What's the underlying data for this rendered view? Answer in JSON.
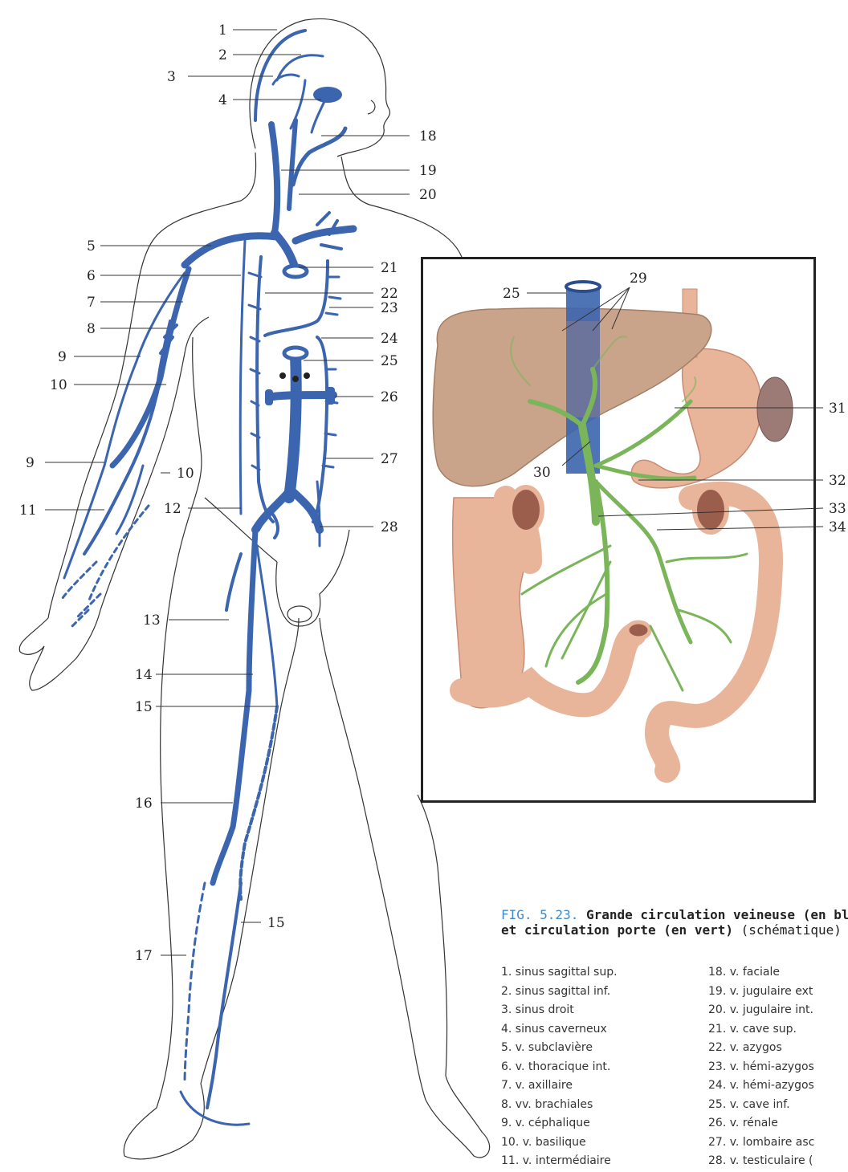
{
  "figure": {
    "number": "FIG. 5.23.",
    "title_line1": "Grande circulation veineuse (en bl",
    "title_line2_bold": "et circulation porte (en vert)",
    "title_line2_rest": "(schématique)"
  },
  "labels": [
    "1",
    "2",
    "3",
    "4",
    "5",
    "6",
    "7",
    "8",
    "9",
    "10",
    "9",
    "10",
    "11",
    "12",
    "13",
    "14",
    "15",
    "16",
    "15",
    "17",
    "18",
    "19",
    "20",
    "21",
    "22",
    "23",
    "24",
    "25",
    "26",
    "27",
    "28",
    "25",
    "29",
    "30",
    "31",
    "32",
    "33",
    "34"
  ],
  "legend_col1": [
    "1. sinus sagittal sup.",
    "2. sinus sagittal inf.",
    "3. sinus droit",
    "4. sinus caverneux",
    "5. v. subclavière",
    "6. v. thoracique int.",
    "7. v. axillaire",
    "8. vv. brachiales",
    "9. v. céphalique",
    "10. v. basilique",
    "11. v. intermédiaire"
  ],
  "legend_col2": [
    "18. v. faciale",
    "19. v. jugulaire ext",
    "20. v. jugulaire int.",
    "21. v. cave sup.",
    "22. v. azygos",
    "23. v. hémi-azygos",
    "24. v. hémi-azygos",
    "25. v. cave inf.",
    "26. v. rénale",
    "27. v. lombaire asc",
    "28. v. testiculaire ("
  ],
  "colors": {
    "vein": "#3b65ae",
    "portal": "#7bb55a",
    "organ": "#e8b49a",
    "liver": "#c9a48b",
    "figure_number": "#3d8bc9"
  }
}
